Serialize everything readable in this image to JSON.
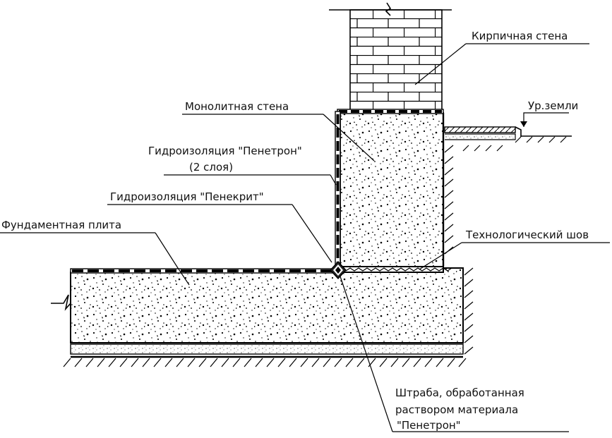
{
  "labels": {
    "brick_wall": "Кирпичная стена",
    "ground_level": "Ур.земли",
    "monolithic_wall": "Монолитная стена",
    "penetron_waterproofing_line1": "Гидроизоляция \"Пенетрон\"",
    "penetron_waterproofing_line2": "(2 слоя)",
    "penekrit_waterproofing": "Гидроизоляция \"Пенекрит\"",
    "foundation_slab": "Фундаментная плита",
    "technological_joint": "Технологический шов",
    "groove_line1": "Штраба, обработанная",
    "groove_line2": "раствором материала",
    "groove_line3": "\"Пенетрон\""
  },
  "colors": {
    "ink": "#000000",
    "background": "#ffffff"
  }
}
